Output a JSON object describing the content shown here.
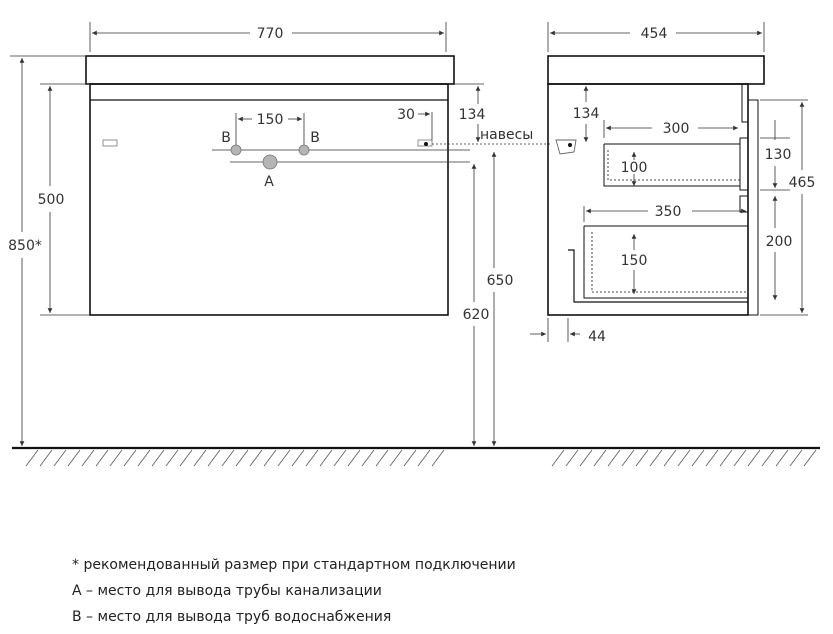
{
  "front_view": {
    "dimensions": {
      "total_width": "770",
      "pipe_spacing": "150",
      "hanger_offset": "30",
      "hanger_drop": "134",
      "body_height": "500",
      "total_height": "850*",
      "height_to_top": "650",
      "height_to_hangers": "620"
    },
    "markers": {
      "water_left": "B",
      "water_right": "B",
      "drain": "A"
    },
    "hanger_label": "навесы"
  },
  "side_view": {
    "dimensions": {
      "depth": "454",
      "hanger_drop": "134",
      "top_drawer_depth": "300",
      "top_drawer_inner_height": "100",
      "top_drawer_height": "130",
      "front_height": "465",
      "bottom_drawer_depth": "350",
      "bottom_drawer_height": "200",
      "bottom_drawer_inner_height": "150",
      "front_offset": "44"
    }
  },
  "notes": [
    "* рекомендованный размер при стандартном подключении",
    "А – место для вывода трубы канализации",
    "В – место для вывода труб водоснабжения"
  ]
}
